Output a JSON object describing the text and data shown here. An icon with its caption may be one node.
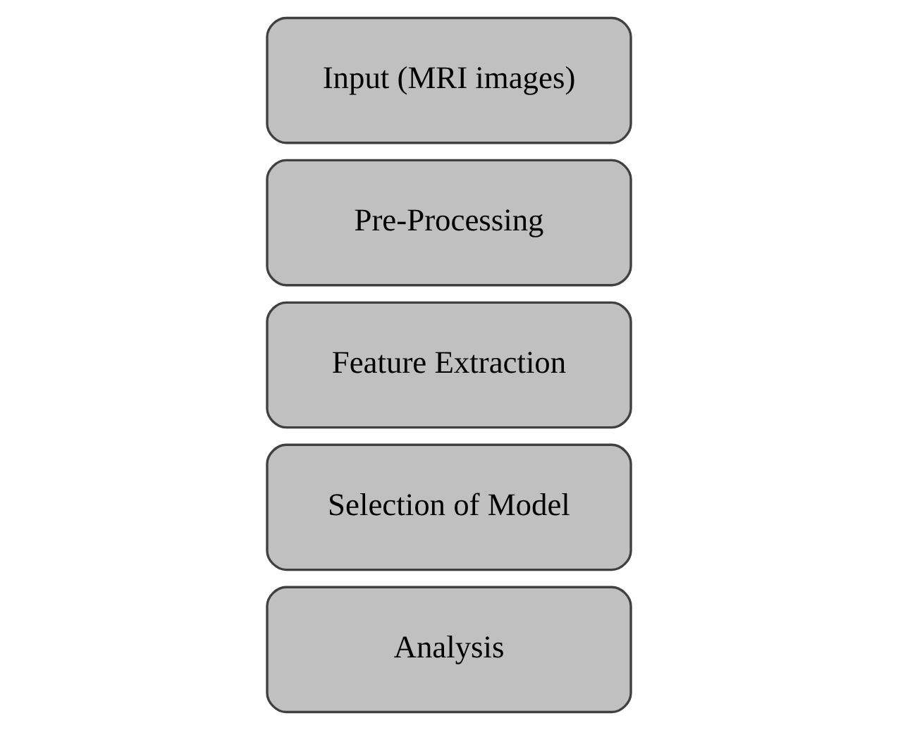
{
  "diagram": {
    "nodes": [
      {
        "text": [
          "Input (MRI images)"
        ]
      },
      {
        "text": [
          "Pre-Processing"
        ]
      },
      {
        "text": [
          "Feature Extraction"
        ]
      },
      {
        "text": [
          "Selection of Model"
        ]
      },
      {
        "text": [
          "Analysis"
        ]
      }
    ]
  }
}
